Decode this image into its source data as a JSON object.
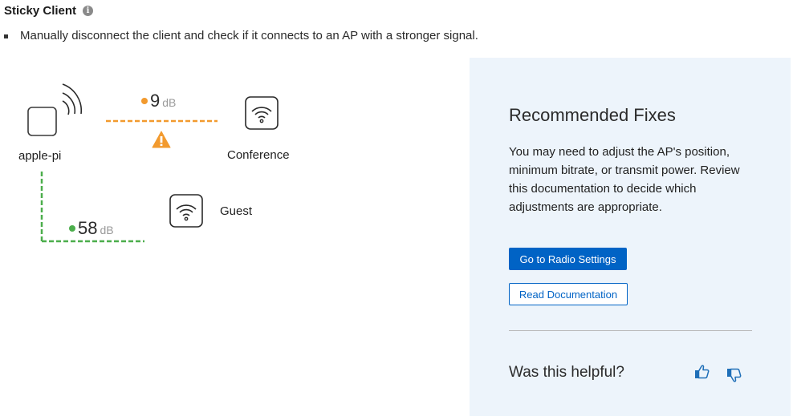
{
  "header": {
    "title": "Sticky Client",
    "info_icon": "info-icon"
  },
  "instruction": {
    "text": "Manually disconnect the client and check if it connects to an AP with a stronger signal."
  },
  "diagram": {
    "client": {
      "name": "apple-pi",
      "icon": "client-device-wifi-icon"
    },
    "access_points": [
      {
        "name": "Conference",
        "icon": "wifi-ap-icon",
        "signal_value": "9",
        "signal_unit": "dB",
        "status": "warning",
        "color": "#f29a2e"
      },
      {
        "name": "Guest",
        "icon": "wifi-ap-icon",
        "signal_value": "58",
        "signal_unit": "dB",
        "status": "good",
        "color": "#4cae4c"
      }
    ],
    "warning_icon": "warning-triangle-icon"
  },
  "recommended_fixes": {
    "title": "Recommended Fixes",
    "description": "You may need to adjust the AP's position, minimum bitrate, or transmit power. Review this documentation to decide which adjustments are appropriate.",
    "primary_button": "Go to Radio Settings",
    "secondary_button": "Read Documentation",
    "feedback_prompt": "Was this helpful?",
    "feedback_icons": [
      "thumbs-up-icon",
      "thumbs-down-icon"
    ]
  },
  "colors": {
    "accent": "#0063c5",
    "panel_bg": "#edf4fb",
    "warning": "#f29a2e",
    "good": "#4cae4c"
  }
}
